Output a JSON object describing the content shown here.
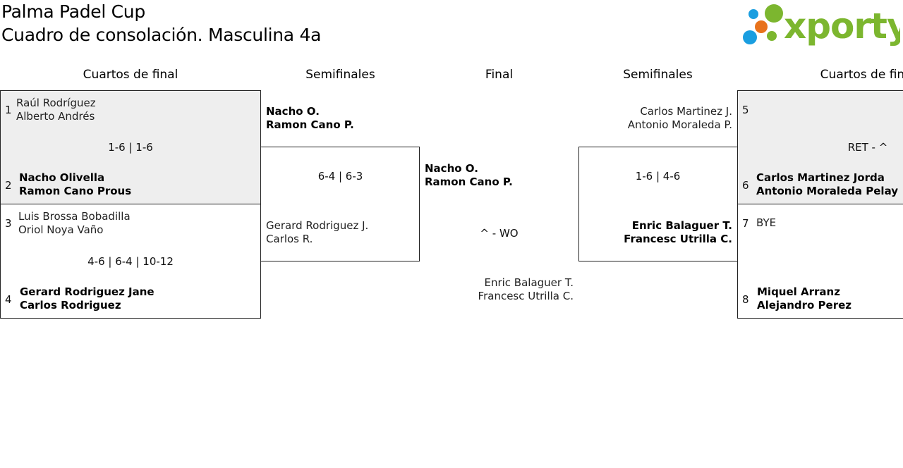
{
  "header": {
    "title": "Palma Padel Cup",
    "subtitle": "Cuadro de consolación. Masculina 4a",
    "logo_text": "xporty"
  },
  "colors": {
    "logo_green": "#7cb62f",
    "dot_blue": "#1a9ee0",
    "dot_orange": "#e8731c",
    "winner_box_bg": "#eeeeee"
  },
  "rounds": {
    "left_qf": "Cuartos de final",
    "left_sf": "Semifinales",
    "final": "Final",
    "right_sf": "Semifinales",
    "right_qf": "Cuartos de final"
  },
  "left_qf": [
    {
      "top": {
        "seed": "1",
        "p1": "Raúl Rodríguez",
        "p2": "Alberto Andrés"
      },
      "score": "1-6 | 1-6",
      "bottom": {
        "seed": "2",
        "p1": "Nacho Olivella",
        "p2": "Ramon Cano Prous"
      }
    },
    {
      "top": {
        "seed": "3",
        "p1": "Luis Brossa Bobadilla",
        "p2": "Oriol Noya Vaño"
      },
      "score": "4-6 | 6-4 | 10-12",
      "bottom": {
        "seed": "4",
        "p1": "Gerard Rodriguez Jane",
        "p2": "Carlos Rodriguez"
      }
    }
  ],
  "left_sf": {
    "top": {
      "p1": "Nacho O.",
      "p2": "Ramon Cano P."
    },
    "score": "6-4 | 6-3",
    "bottom": {
      "p1": "Gerard Rodriguez J.",
      "p2": "Carlos R."
    }
  },
  "final": {
    "top": {
      "p1": "Nacho O.",
      "p2": "Ramon Cano P."
    },
    "score": "^ - WO",
    "bottom": {
      "p1": "Enric Balaguer T.",
      "p2": "Francesc Utrilla C."
    }
  },
  "right_sf": {
    "top": {
      "p1": "Carlos Martinez J.",
      "p2": "Antonio Moraleda P."
    },
    "score": "1-6 | 4-6",
    "bottom": {
      "p1": "Enric Balaguer T.",
      "p2": "Francesc Utrilla C."
    }
  },
  "right_qf": [
    {
      "top": {
        "seed": "5"
      },
      "score": "RET - ^",
      "bottom": {
        "seed": "6",
        "p1": "Carlos Martinez Jorda",
        "p2": "Antonio Moraleda Pelay"
      }
    },
    {
      "top": {
        "seed": "7",
        "p1": "BYE"
      },
      "bottom": {
        "seed": "8",
        "p1": "Miquel Arranz",
        "p2": "Alejandro Perez"
      }
    }
  ]
}
